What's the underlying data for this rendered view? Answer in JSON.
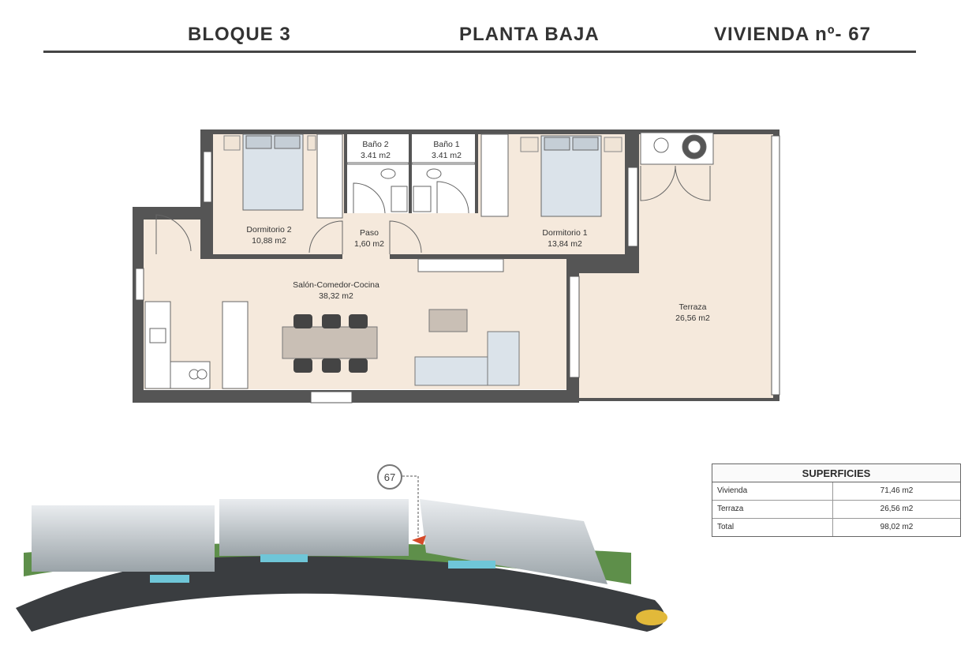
{
  "header": {
    "bloque": "BLOQUE 3",
    "planta": "PLANTA BAJA",
    "vivienda": "VIVIENDA nº- 67"
  },
  "rooms": {
    "dormitorio2": {
      "name": "Dormitorio 2",
      "area": "10,88 m2"
    },
    "bano2": {
      "name": "Baño 2",
      "area": "3.41 m2"
    },
    "bano1": {
      "name": "Baño 1",
      "area": "3.41 m2"
    },
    "paso": {
      "name": "Paso",
      "area": "1,60 m2"
    },
    "dormitorio1": {
      "name": "Dormitorio 1",
      "area": "13,84 m2"
    },
    "salon": {
      "name": "Salón-Comedor-Cocina",
      "area": "38,32 m2"
    },
    "terraza": {
      "name": "Terraza",
      "area": "26,56 m2"
    }
  },
  "unit_marker": "67",
  "superficies": {
    "title": "SUPERFICIES",
    "rows": [
      {
        "label": "Vivienda",
        "value": "71,46 m2"
      },
      {
        "label": "Terraza",
        "value": "26,56 m2"
      },
      {
        "label": "Total",
        "value": "98,02 m2"
      }
    ]
  },
  "colors": {
    "floor": "#f5e9dc",
    "wall": "#555555",
    "bed": "#dbe3ea",
    "table": "#c9bfb5"
  }
}
